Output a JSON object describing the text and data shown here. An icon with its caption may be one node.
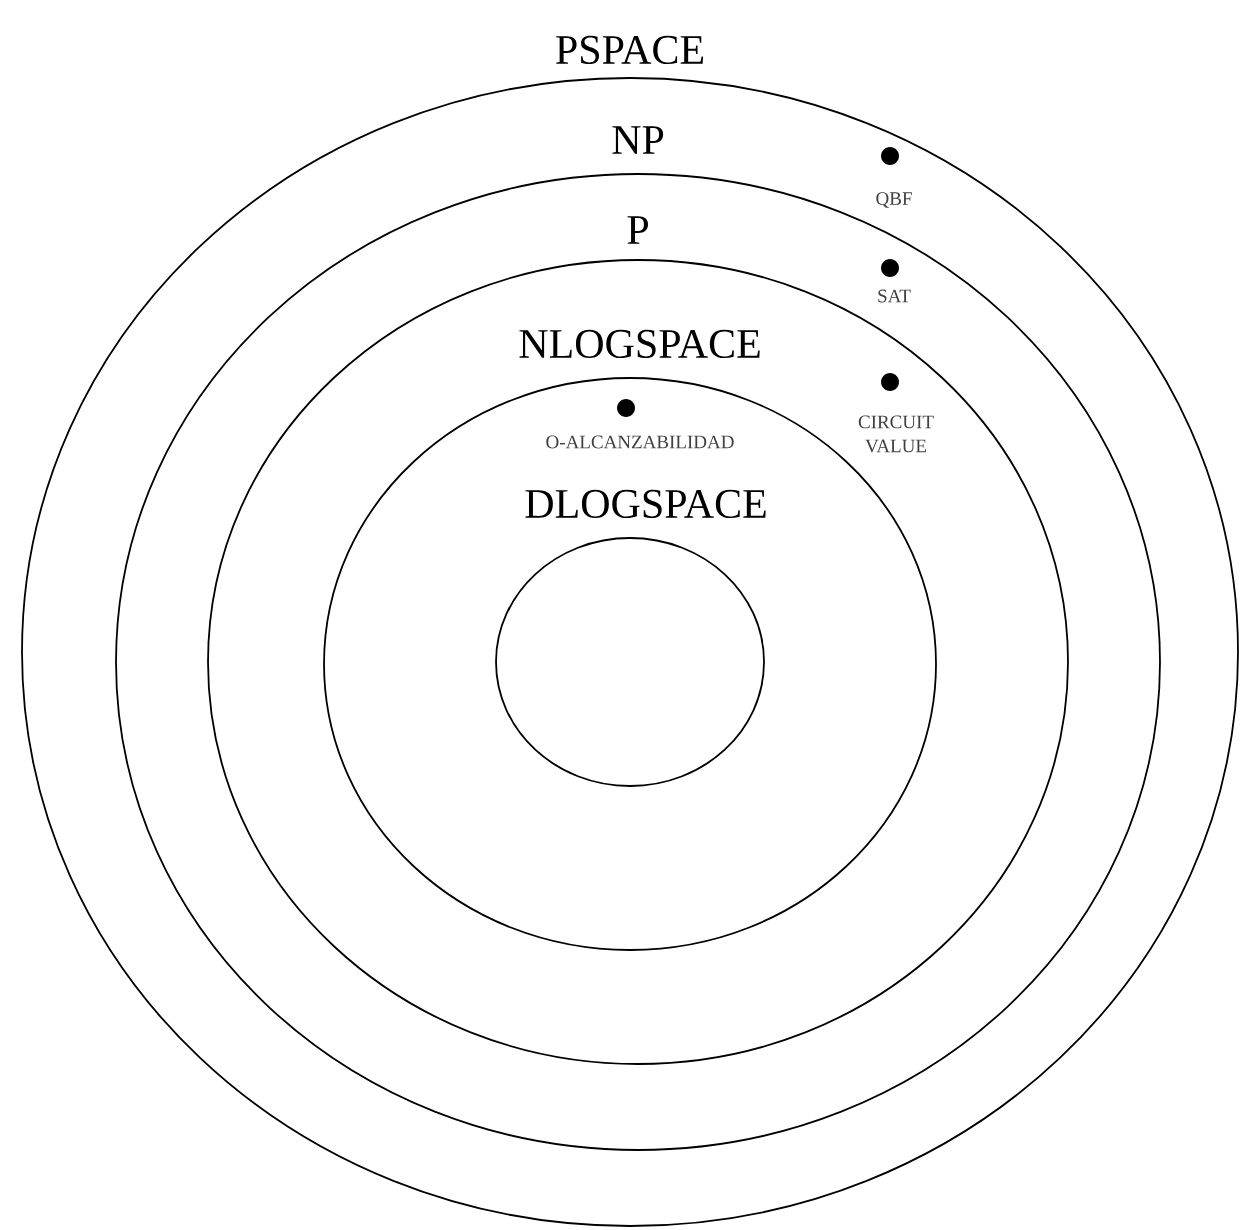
{
  "diagram": {
    "nodes": [
      {
        "text": [
          "PSPACE"
        ]
      },
      {
        "text": [
          "NP"
        ],
        "in": 0
      },
      {
        "text": [
          "QBF"
        ],
        "in": 0
      },
      {
        "text": [
          "P"
        ],
        "in": 1
      },
      {
        "text": [
          "SAT"
        ],
        "in": 1
      },
      {
        "text": [
          "NLOGSPACE"
        ],
        "in": 3
      },
      {
        "text": [
          "CIRCUIT VALUE"
        ],
        "in": 3
      },
      {
        "text": [
          "O-ALCANZABILIDAD"
        ],
        "in": 5
      },
      {
        "text": [
          "DLOGSPACE"
        ],
        "in": 5
      }
    ]
  }
}
